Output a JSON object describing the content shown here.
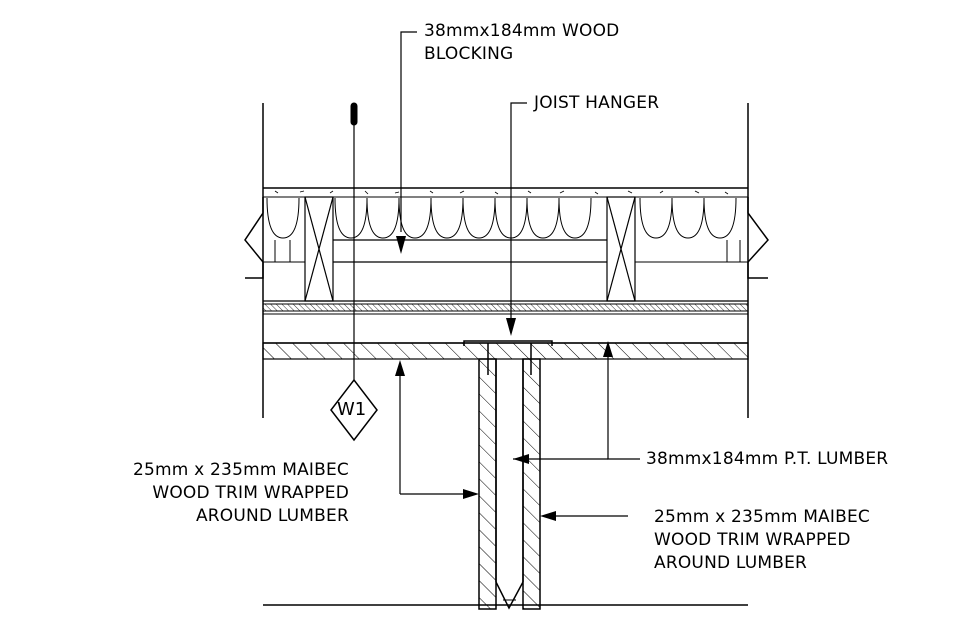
{
  "labels": {
    "blocking": [
      "38mmx184mm WOOD",
      "BLOCKING"
    ],
    "joist_hanger": [
      "JOIST HANGER"
    ],
    "lumber": [
      "38mmx184mm P.T. LUMBER"
    ],
    "trim_left": [
      "25mm x 235mm MAIBEC",
      "WOOD TRIM WRAPPED",
      "AROUND LUMBER"
    ],
    "trim_right": [
      "25mm x 235mm MAIBEC",
      "WOOD TRIM WRAPPED",
      "AROUND LUMBER"
    ]
  },
  "section_tag": "W1"
}
